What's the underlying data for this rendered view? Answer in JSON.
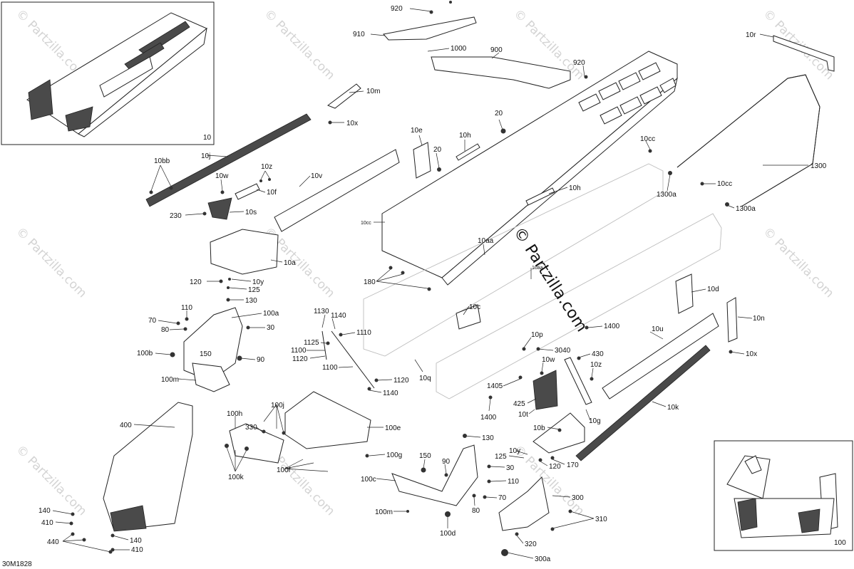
{
  "diagram_code": "30M1828",
  "watermark": {
    "text": "© Partzilla.com",
    "center_text": "© Partzilla.com"
  },
  "insets": [
    {
      "label": "10"
    },
    {
      "label": "100"
    }
  ],
  "callouts": [
    "920",
    "910",
    "1000",
    "900",
    "920",
    "10m",
    "10x",
    "20",
    "10e",
    "10h",
    "20",
    "10r",
    "1300",
    "10bb",
    "10j",
    "10w",
    "10z",
    "10f",
    "10v",
    "230",
    "10s",
    "10cc",
    "10cc",
    "1300a",
    "1300a",
    "10h",
    "10cc",
    "10a",
    "10aa",
    "10aa",
    "120",
    "10y",
    "125",
    "130",
    "180",
    "10c",
    "10d",
    "110",
    "100a",
    "70",
    "30",
    "80",
    "1130",
    "1140",
    "1110",
    "1400",
    "10n",
    "150",
    "1125",
    "100b",
    "1100",
    "90",
    "1120",
    "10u",
    "3040",
    "10p",
    "10x",
    "1100",
    "430",
    "10q",
    "10w",
    "100m",
    "1120",
    "1140",
    "10z",
    "1405",
    "425",
    "10t",
    "10g",
    "1400",
    "10k",
    "400",
    "100j",
    "100h",
    "330",
    "100e",
    "10b",
    "130",
    "100k",
    "100f",
    "100g",
    "150",
    "125",
    "10y",
    "90",
    "120",
    "170",
    "30",
    "100c",
    "110",
    "300",
    "70",
    "80",
    "100m",
    "310",
    "100d",
    "140",
    "410",
    "140",
    "440",
    "410",
    "320",
    "300a"
  ]
}
